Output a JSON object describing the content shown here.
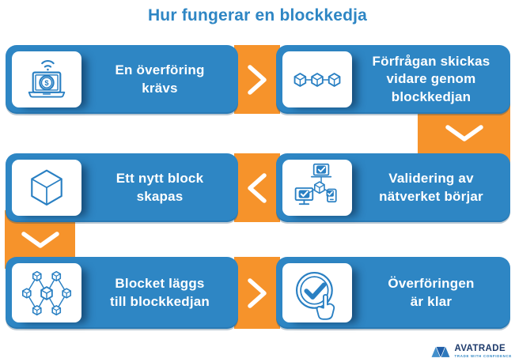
{
  "title": "Hur fungerar en blockkedja",
  "steps": [
    {
      "order": 1,
      "position": "row1-left",
      "label": "En överföring\nkrävs",
      "icon": "laptop-payment-icon"
    },
    {
      "order": 2,
      "position": "row1-right",
      "label": "Förfrågan skickas\nvidare genom\nblockkedjan",
      "icon": "linked-blocks-icon"
    },
    {
      "order": 3,
      "position": "row2-right",
      "label": "Validering av\nnätverket börjar",
      "icon": "network-validation-icon"
    },
    {
      "order": 4,
      "position": "row2-left",
      "label": "Ett nytt block\nskapas",
      "icon": "cube-icon"
    },
    {
      "order": 5,
      "position": "row3-left",
      "label": "Blocket läggs\ntill blockkedjan",
      "icon": "block-network-icon"
    },
    {
      "order": 6,
      "position": "row3-right",
      "label": "Överföringen\när klar",
      "icon": "confirm-click-icon"
    }
  ],
  "connectors": [
    {
      "between": "step1-step2",
      "type": "chevron-right"
    },
    {
      "between": "step2-step3",
      "type": "chevron-down"
    },
    {
      "between": "step3-step4",
      "type": "chevron-left"
    },
    {
      "between": "step4-step5",
      "type": "chevron-down"
    },
    {
      "between": "step5-step6",
      "type": "chevron-right"
    }
  ],
  "logo": {
    "brand": "AVATRADE",
    "tagline": "TRADE WITH CONFIDENCE",
    "mark": "ava-triangles-logo"
  },
  "colors": {
    "box_blue": "#2E86C4",
    "connector_orange": "#F6932B",
    "title_blue": "#2E86C4",
    "icon_stroke": "#2A80C3",
    "logo_navy": "#1D3A6B",
    "tagline_blue": "#2E86C4",
    "text_white": "#FFFFFF"
  }
}
